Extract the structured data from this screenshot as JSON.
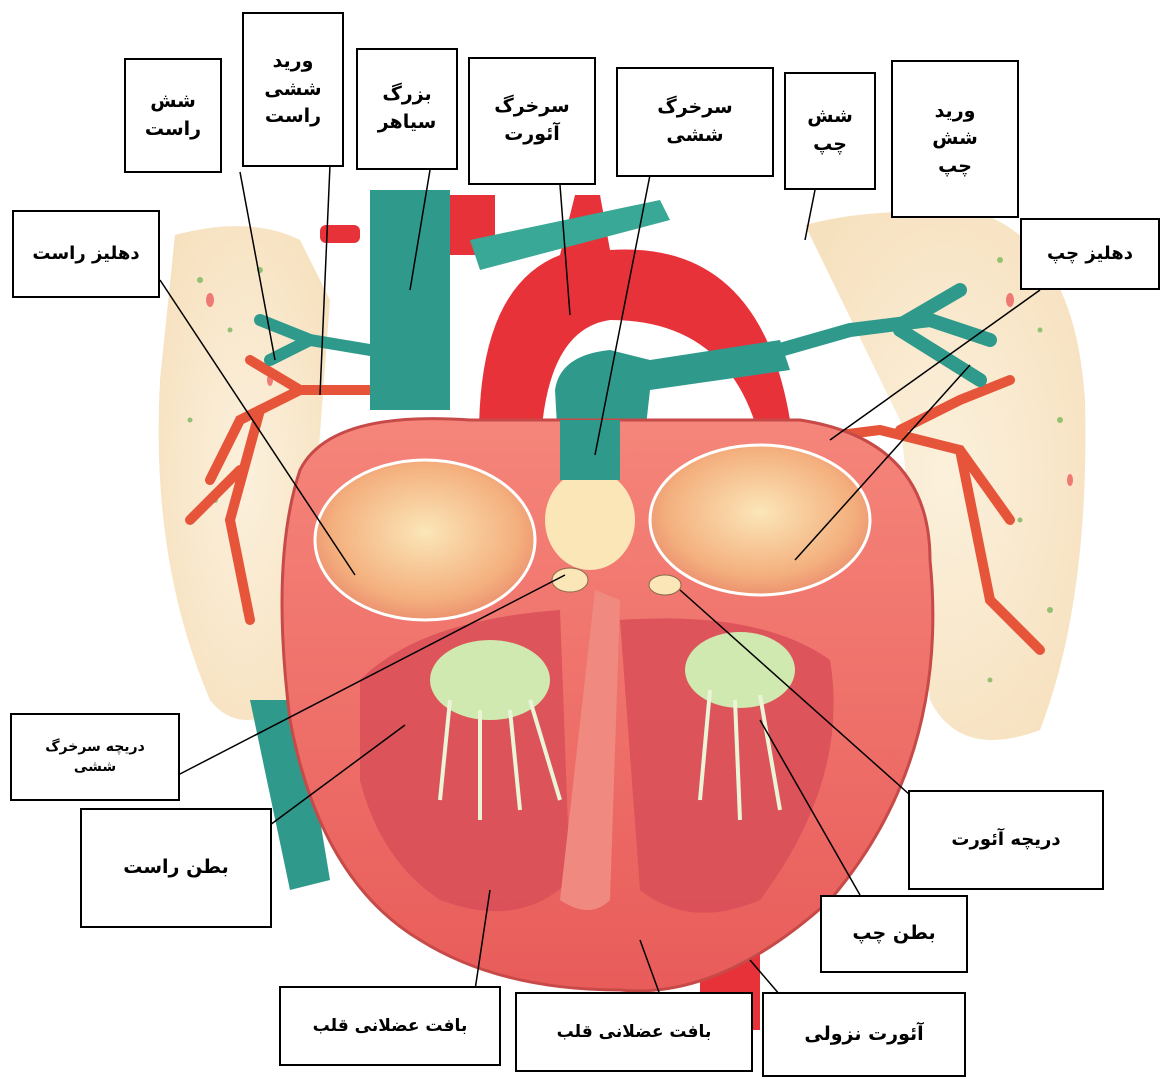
{
  "diagram": {
    "subject": "heart cross-section",
    "labels": {
      "right_lung": "شش\nراست",
      "right_pulmonary_vein": "ورید\nششی\nراست",
      "vena_cava": "بزرگ\nسیاهر",
      "aorta_artery": "سرخرگ\nآئورت",
      "pulmonary_artery": "سرخرگ\nششی",
      "left_lung": "شش\nچپ",
      "left_pulmonary_vein": "ورید\nشش\nچپ",
      "right_atrium": "دهلیز راست",
      "left_atrium": "دهلیز چپ",
      "pulmonary_valve": "دریچه سرخرگ\nششی",
      "aortic_valve": "دریچه آئورت",
      "right_ventricle": "بطن راست",
      "left_ventricle": "بطن چپ",
      "heart_muscle_left": "بافت عضلانی قلب",
      "heart_muscle_right": "بافت عضلانی قلب",
      "descending_aorta": "آئورت نزولی"
    },
    "colors": {
      "artery_red": "#e8323a",
      "vein_teal": "#2f9a8c",
      "muscle_pink": "#f07870",
      "lung_tissue": "#f8e4c4",
      "chamber_inner": "#f6b48a",
      "valve_green": "#cfe9b0"
    }
  }
}
